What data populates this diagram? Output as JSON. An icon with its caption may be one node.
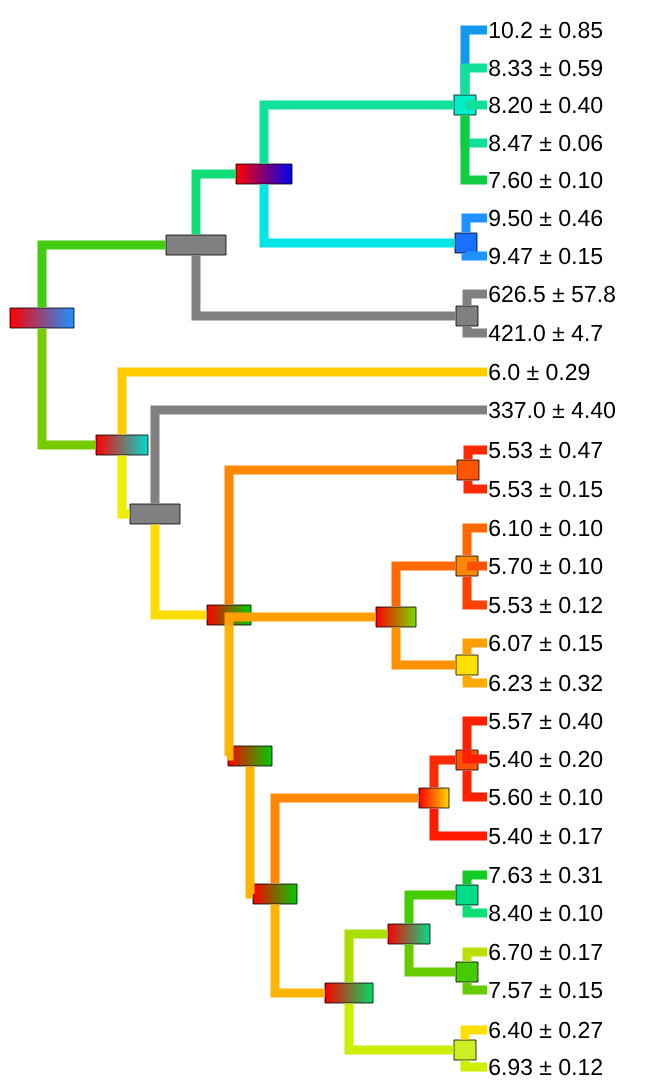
{
  "diagram": {
    "nodes": [
      {
        "text": [
          "10.2 ± 0.85"
        ]
      },
      {
        "text": [
          "8.33 ± 0.59"
        ]
      },
      {
        "text": [
          "8.20 ± 0.40"
        ]
      },
      {
        "text": [
          "8.47 ± 0.06"
        ]
      },
      {
        "text": [
          "7.60 ± 0.10"
        ]
      },
      {
        "text": [
          "9.50 ± 0.46"
        ]
      },
      {
        "text": [
          "9.47 ± 0.15"
        ]
      },
      {
        "text": [
          "626.5 ± 57.8"
        ]
      },
      {
        "text": [
          "421.0 ± 4.7"
        ]
      },
      {
        "text": [
          "6.0 ± 0.29"
        ]
      },
      {
        "text": [
          "337.0 ± 4.40"
        ]
      },
      {
        "text": [
          "5.53 ± 0.47"
        ]
      },
      {
        "text": [
          "5.53 ± 0.15"
        ]
      },
      {
        "text": [
          "6.10 ± 0.10"
        ]
      },
      {
        "text": [
          "5.70 ± 0.10"
        ]
      },
      {
        "text": [
          "5.53 ± 0.12"
        ]
      },
      {
        "text": [
          "6.07 ± 0.15"
        ]
      },
      {
        "text": [
          "6.23 ± 0.32"
        ]
      },
      {
        "text": [
          "5.57 ± 0.40"
        ]
      },
      {
        "text": [
          "5.40 ± 0.20"
        ]
      },
      {
        "text": [
          "5.60 ± 0.10"
        ]
      },
      {
        "text": [
          "5.40 ± 0.17"
        ]
      },
      {
        "text": [
          "7.63 ± 0.31"
        ]
      },
      {
        "text": [
          "8.40 ± 0.10"
        ]
      },
      {
        "text": [
          "6.70 ± 0.17"
        ]
      },
      {
        "text": [
          "7.57 ± 0.15"
        ]
      },
      {
        "text": [
          "6.40 ± 0.27"
        ]
      },
      {
        "text": [
          "6.93 ± 0.12"
        ]
      },
      {
        "text": [],
        "shape": "box"
      },
      {
        "text": [],
        "shape": "box"
      },
      {
        "text": [],
        "shape": "box"
      },
      {
        "text": [],
        "shape": "box"
      },
      {
        "text": [],
        "shape": "box"
      },
      {
        "text": [],
        "shape": "box"
      },
      {
        "text": [],
        "shape": "box"
      },
      {
        "text": [],
        "shape": "box"
      },
      {
        "text": [],
        "shape": "box"
      },
      {
        "text": [],
        "shape": "box"
      },
      {
        "text": [],
        "shape": "box"
      },
      {
        "text": [],
        "shape": "box"
      },
      {
        "text": [],
        "shape": "box"
      },
      {
        "text": [],
        "shape": "box"
      },
      {
        "text": [],
        "shape": "box"
      },
      {
        "text": [],
        "shape": "box"
      },
      {
        "text": [],
        "shape": "box"
      },
      {
        "text": [],
        "shape": "box"
      },
      {
        "text": [],
        "shape": "box"
      },
      {
        "text": [],
        "shape": "box"
      },
      {
        "text": [],
        "shape": "box"
      },
      {
        "text": [],
        "shape": "box"
      }
    ],
    "edges": [
      {
        "from": 28,
        "to": 29,
        "arrow": "none",
        "color": "#44cc11"
      },
      {
        "from": 28,
        "to": 31,
        "arrow": "none",
        "color": "#77cc00"
      },
      {
        "from": 29,
        "to": 30,
        "arrow": "none",
        "color": "#11dd77"
      },
      {
        "from": 29,
        "to": 42,
        "arrow": "none",
        "color": "#808080"
      },
      {
        "from": 30,
        "to": 40,
        "arrow": "none",
        "color": "#11e099"
      },
      {
        "from": 30,
        "to": 41,
        "arrow": "none",
        "color": "#00e5e5"
      },
      {
        "from": 31,
        "to": 9,
        "arrow": "none",
        "color": "#ffcc00"
      },
      {
        "from": 31,
        "to": 32,
        "arrow": "none",
        "color": "#eeee00"
      },
      {
        "from": 32,
        "to": 10,
        "arrow": "none",
        "color": "#808080"
      },
      {
        "from": 32,
        "to": 33,
        "arrow": "none",
        "color": "#ffdd00"
      },
      {
        "from": 33,
        "to": 43,
        "arrow": "none",
        "color": "#ff8800"
      },
      {
        "from": 33,
        "to": 34,
        "arrow": "none",
        "color": "#ffa000"
      },
      {
        "from": 33,
        "to": 35,
        "arrow": "none",
        "color": "#ffb400"
      },
      {
        "from": 34,
        "to": 44,
        "arrow": "none",
        "color": "#ff6a00"
      },
      {
        "from": 34,
        "to": 45,
        "arrow": "none",
        "color": "#ff9000"
      },
      {
        "from": 35,
        "to": 36,
        "arrow": "none",
        "color": "#ffb400"
      },
      {
        "from": 36,
        "to": 38,
        "arrow": "none",
        "color": "#ff8800"
      },
      {
        "from": 36,
        "to": 39,
        "arrow": "none",
        "color": "#ffb400"
      },
      {
        "from": 38,
        "to": 46,
        "arrow": "none",
        "color": "#ff2a00"
      },
      {
        "from": 38,
        "to": 21,
        "arrow": "none",
        "color": "#ff1a00"
      },
      {
        "from": 39,
        "to": 37,
        "arrow": "none",
        "color": "#aadd00"
      },
      {
        "from": 39,
        "to": 49,
        "arrow": "none",
        "color": "#ccee00"
      },
      {
        "from": 37,
        "to": 47,
        "arrow": "none",
        "color": "#44cc00"
      },
      {
        "from": 37,
        "to": 48,
        "arrow": "none",
        "color": "#66cc00"
      },
      {
        "from": 40,
        "to": 0,
        "arrow": "none",
        "color": "#1199ee"
      },
      {
        "from": 40,
        "to": 1,
        "arrow": "none",
        "color": "#11e099"
      },
      {
        "from": 40,
        "to": 2,
        "arrow": "none",
        "color": "#11e099"
      },
      {
        "from": 40,
        "to": 3,
        "arrow": "none",
        "color": "#11e099"
      },
      {
        "from": 40,
        "to": 4,
        "arrow": "none",
        "color": "#11cc44"
      },
      {
        "from": 41,
        "to": 5,
        "arrow": "none",
        "color": "#1e90ff"
      },
      {
        "from": 41,
        "to": 6,
        "arrow": "none",
        "color": "#1e90ff"
      },
      {
        "from": 42,
        "to": 7,
        "arrow": "none",
        "color": "#808080"
      },
      {
        "from": 42,
        "to": 8,
        "arrow": "none",
        "color": "#808080"
      },
      {
        "from": 43,
        "to": 11,
        "arrow": "none",
        "color": "#ff2a00"
      },
      {
        "from": 43,
        "to": 12,
        "arrow": "none",
        "color": "#ff2a00"
      },
      {
        "from": 44,
        "to": 13,
        "arrow": "none",
        "color": "#ff6a00"
      },
      {
        "from": 44,
        "to": 14,
        "arrow": "none",
        "color": "#ff5000"
      },
      {
        "from": 44,
        "to": 15,
        "arrow": "none",
        "color": "#ff4000"
      },
      {
        "from": 45,
        "to": 16,
        "arrow": "none",
        "color": "#ffa000"
      },
      {
        "from": 45,
        "to": 17,
        "arrow": "none",
        "color": "#ffaa00"
      },
      {
        "from": 46,
        "to": 18,
        "arrow": "none",
        "color": "#ff2000"
      },
      {
        "from": 46,
        "to": 19,
        "arrow": "none",
        "color": "#ff2000"
      },
      {
        "from": 46,
        "to": 20,
        "arrow": "none",
        "color": "#ff2000"
      },
      {
        "from": 47,
        "to": 22,
        "arrow": "none",
        "color": "#11cc22"
      },
      {
        "from": 47,
        "to": 23,
        "arrow": "none",
        "color": "#11dd77"
      },
      {
        "from": 48,
        "to": 24,
        "arrow": "none",
        "color": "#bbe000"
      },
      {
        "from": 48,
        "to": 25,
        "arrow": "none",
        "color": "#66cc00"
      },
      {
        "from": 49,
        "to": 26,
        "arrow": "none",
        "color": "#ffe000"
      },
      {
        "from": 49,
        "to": 27,
        "arrow": "none",
        "color": "#ccee00"
      }
    ]
  }
}
